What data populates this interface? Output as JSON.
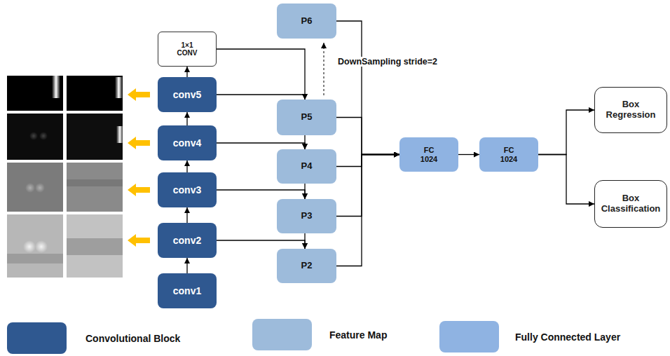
{
  "diagram": {
    "nodes": [
      {
        "text": [
          "P6"
        ]
      },
      {
        "text": [
          "1×1 CONV"
        ]
      },
      {
        "text": [
          "conv5"
        ]
      },
      {
        "text": [
          "P5"
        ]
      },
      {
        "text": [
          "conv4"
        ]
      },
      {
        "text": [
          "P4"
        ]
      },
      {
        "text": [
          "conv3"
        ]
      },
      {
        "text": [
          "FC 1024"
        ]
      },
      {
        "text": [
          "FC 1024"
        ]
      },
      {
        "text": [
          "Box Regression"
        ]
      },
      {
        "text": [
          "P3"
        ]
      },
      {
        "text": [
          "conv2"
        ]
      },
      {
        "text": [
          "Box Classification"
        ]
      },
      {
        "text": [
          "P2"
        ]
      },
      {
        "text": [
          "conv1"
        ]
      }
    ],
    "edges": [
      {
        "from": 14,
        "to": 11,
        "arrow": "to"
      },
      {
        "from": 11,
        "to": 6,
        "arrow": "to"
      },
      {
        "from": 6,
        "to": 4,
        "arrow": "to"
      },
      {
        "from": 4,
        "to": 2,
        "arrow": "to"
      },
      {
        "from": 2,
        "to": 1,
        "arrow": "to"
      },
      {
        "from": 1,
        "to": 3,
        "arrow": "to"
      },
      {
        "from": 2,
        "to": 3,
        "arrow": "to"
      },
      {
        "from": 4,
        "to": 5,
        "arrow": "to"
      },
      {
        "from": 3,
        "to": 5,
        "arrow": "to"
      },
      {
        "from": 6,
        "to": 10,
        "arrow": "to"
      },
      {
        "from": 5,
        "to": 10,
        "arrow": "to"
      },
      {
        "from": 11,
        "to": 13,
        "arrow": "to"
      },
      {
        "from": 10,
        "to": 13,
        "arrow": "to"
      },
      {
        "from": 3,
        "to": 0,
        "label": "DownSampling stride=2",
        "arrow": "to"
      },
      {
        "from": 0,
        "to": 7,
        "arrow": "to"
      },
      {
        "from": 3,
        "to": 7,
        "arrow": "to"
      },
      {
        "from": 5,
        "to": 7,
        "arrow": "to"
      },
      {
        "from": 10,
        "to": 7,
        "arrow": "to"
      },
      {
        "from": 13,
        "to": 7,
        "arrow": "to"
      },
      {
        "from": 7,
        "to": 8,
        "arrow": "to"
      },
      {
        "from": 8,
        "to": 9,
        "arrow": "to"
      },
      {
        "from": 8,
        "to": 12,
        "arrow": "to"
      }
    ],
    "legend": [
      {
        "text": "Convolutional Block",
        "color": "#2f5890"
      },
      {
        "text": "Feature Map",
        "color": "#9dbbdb"
      },
      {
        "text": "Fully Connected Layer",
        "color": "#8fb3e2"
      }
    ]
  }
}
